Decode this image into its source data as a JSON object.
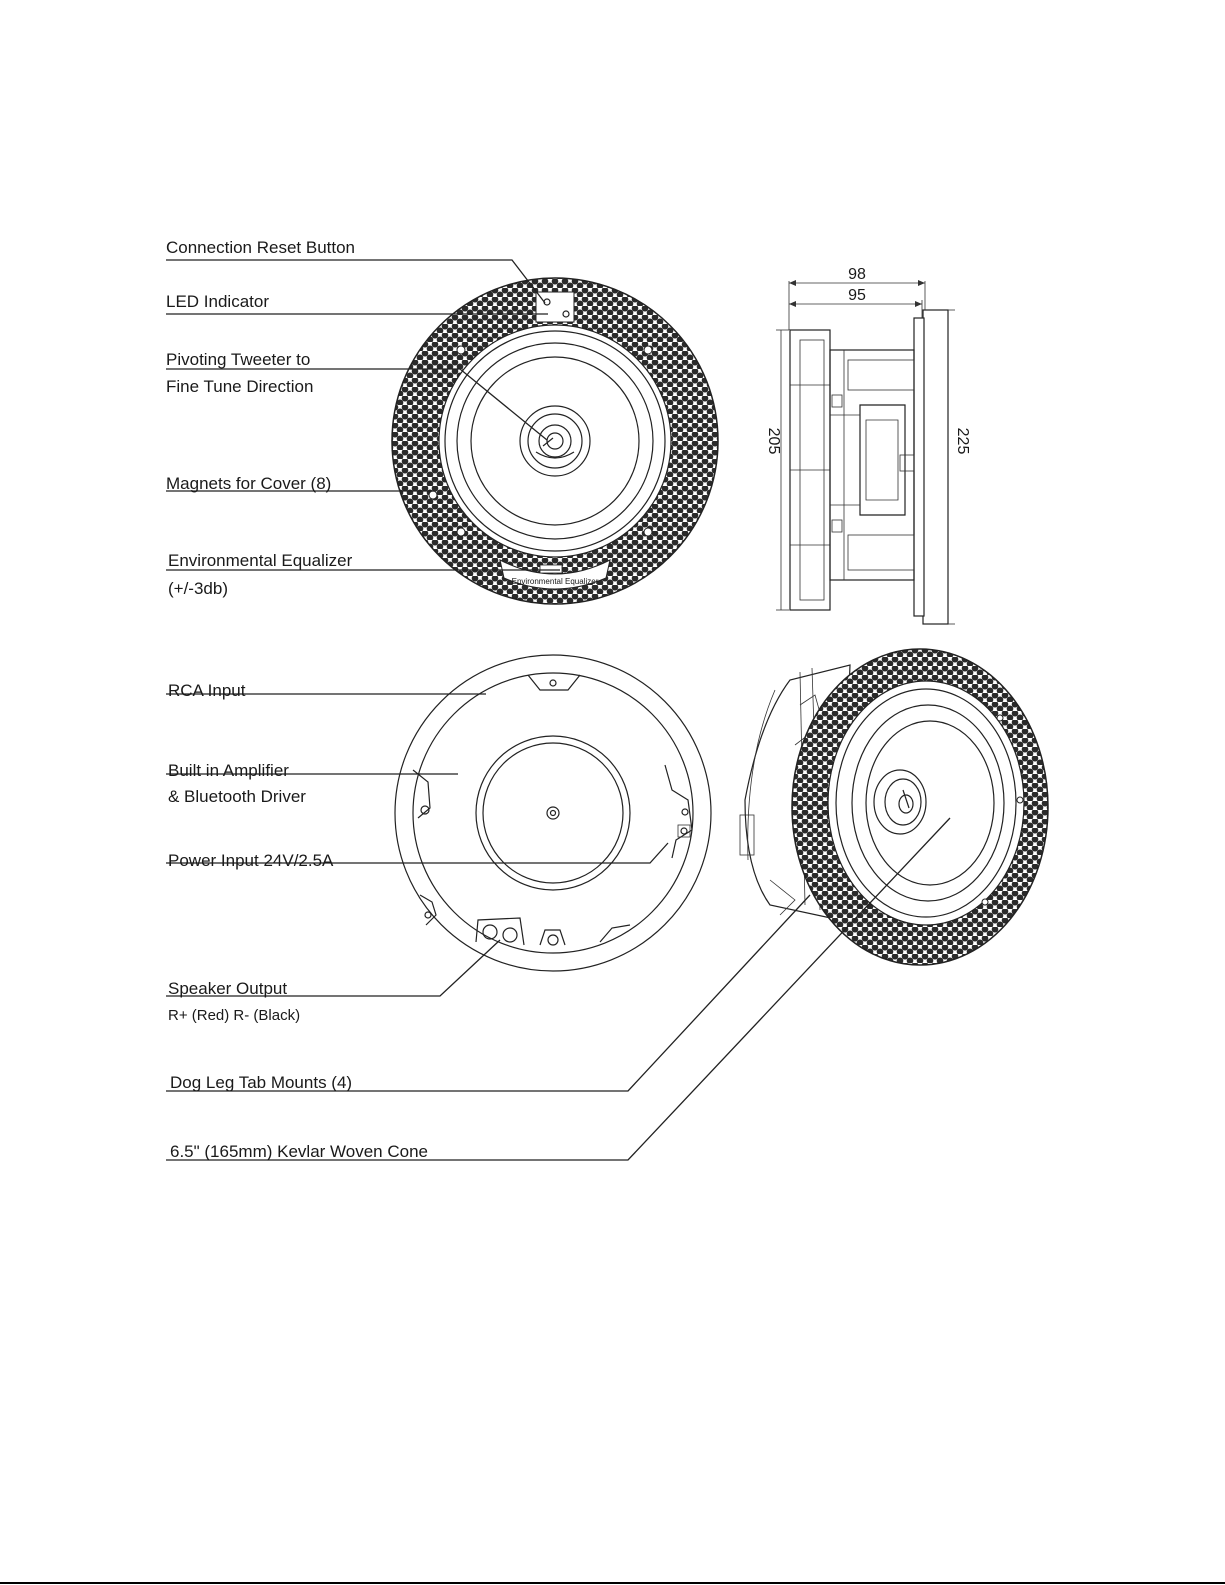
{
  "labels": {
    "reset": "Connection Reset Button",
    "led": "LED Indicator",
    "tweeter_1": "Pivoting Tweeter to",
    "tweeter_2": "Fine Tune Direction",
    "magnets": "Magnets for Cover (8)",
    "eq_1": "Environmental Equalizer",
    "eq_2": "(+/-3db)",
    "rca": "RCA Input",
    "amp_1": "Built in Amplifier",
    "amp_2": "& Bluetooth Driver",
    "power": "Power Input 24V/2.5A",
    "speaker_1": "Speaker Output",
    "speaker_2": "R+ (Red) R- (Black)",
    "dogleg": "Dog Leg Tab Mounts (4)",
    "cone": "6.5\" (165mm) Kevlar Woven Cone"
  },
  "dimensions": {
    "outer_width": "98",
    "inner_width": "95",
    "body_height": "205",
    "flange_height": "225"
  },
  "front_panel_text": {
    "eq_label": "Environmental Equalizer"
  },
  "colors": {
    "line": "#222222",
    "paper": "#ffffff"
  }
}
